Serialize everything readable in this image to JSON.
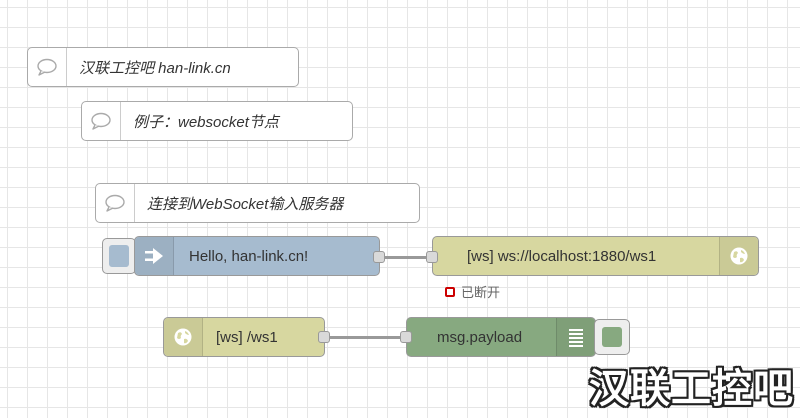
{
  "comments": [
    {
      "text": "汉联工控吧 han-link.cn"
    },
    {
      "text": "例子：websocket节点"
    },
    {
      "text": "连接到WebSocket输入服务器"
    }
  ],
  "nodes": {
    "inject": {
      "label": "Hello, han-link.cn!",
      "color": "#a6bbcf",
      "icon": "arrow-right-icon"
    },
    "ws_out": {
      "label": "[ws] ws://localhost:1880/ws1",
      "color": "#d7d7a0",
      "icon": "globe-icon",
      "status": "已断开",
      "status_color": "#cc0000"
    },
    "ws_in": {
      "label": "[ws] /ws1",
      "color": "#d7d7a0",
      "icon": "globe-icon"
    },
    "debug": {
      "label": "msg.payload",
      "color": "#87a980",
      "icon": "list-icon"
    }
  },
  "watermark": "汉联工控吧"
}
